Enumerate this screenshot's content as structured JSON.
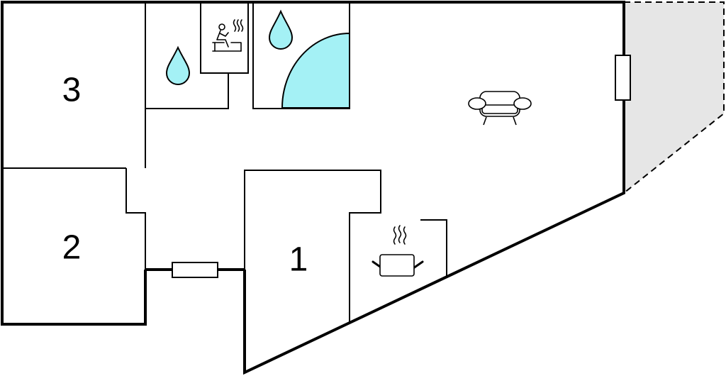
{
  "floorplan": {
    "rooms": [
      {
        "id": "bedroom-3",
        "label": "3"
      },
      {
        "id": "bedroom-2",
        "label": "2"
      },
      {
        "id": "bedroom-1",
        "label": "1"
      }
    ],
    "icons": [
      {
        "id": "shower",
        "icon": "water-drop-icon"
      },
      {
        "id": "sauna",
        "icon": "sauna-icon"
      },
      {
        "id": "bath",
        "icon": "water-drop-icon"
      },
      {
        "id": "corner-tub",
        "icon": "corner-tub"
      },
      {
        "id": "living",
        "icon": "sofa-icon"
      },
      {
        "id": "kitchen",
        "icon": "cooking-pot-icon"
      }
    ],
    "colors": {
      "wall": "#000000",
      "water": "#a4f1f5",
      "terrace": "#e6e6e6",
      "background": "#ffffff"
    }
  }
}
